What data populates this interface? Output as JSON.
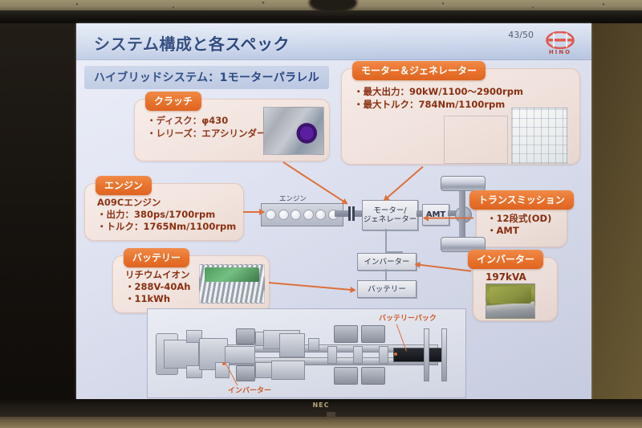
{
  "room": {
    "display_brand": "NEC"
  },
  "slide": {
    "title": "システム構成と各スペック",
    "page_number": "43/50",
    "logo_text": "HINO",
    "subtitle": "ハイブリッドシステム：1モーターパラレル"
  },
  "cards": {
    "motor_generator": {
      "tab": "モーター＆ジェネレーター",
      "lines": [
        "・最大出力：90kW/1100〜2900rpm",
        "・最大トルク：784Nm/1100rpm"
      ]
    },
    "clutch": {
      "tab": "クラッチ",
      "lines": [
        "・ディスク：φ430",
        "・レリーズ：エアシリンダー式"
      ]
    },
    "engine": {
      "tab": "エンジン",
      "lines": [
        "A09Cエンジン",
        "・出力：380ps/1700rpm",
        "・トルク：1765Nm/1100rpm"
      ]
    },
    "battery": {
      "tab": "バッテリー",
      "lines": [
        "リチウムイオン",
        "・288V-40Ah",
        "・11kWh"
      ]
    },
    "transmission": {
      "tab": "トランスミッション",
      "lines": [
        "・12段式(OD)",
        "・AMT"
      ]
    },
    "inverter": {
      "tab": "インバーター",
      "lines": [
        "197kVA"
      ]
    }
  },
  "schematic": {
    "engine_label": "エンジン",
    "motor_generator_box": "モーター/\nジェネレーター",
    "motor_generator_line1": "モーター/",
    "motor_generator_line2": "ジェネレーター",
    "amt_box": "AMT",
    "inverter_box": "インバーター",
    "battery_box": "バッテリー"
  },
  "chassis": {
    "callout_battery_pack": "バッテリーパック",
    "callout_inverter": "インバーター"
  },
  "colors": {
    "accent_orange": "#e8722c",
    "connector_orange": "#e1713a",
    "title_blue": "#1d3a73",
    "card_text": "#8a2f10",
    "logo_red": "#d94f3d"
  }
}
